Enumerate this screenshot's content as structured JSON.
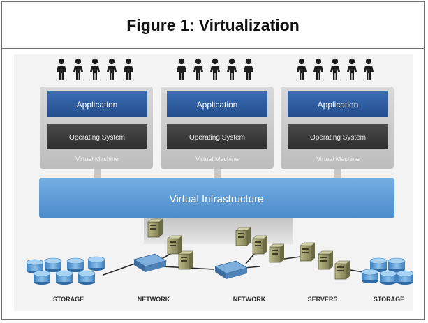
{
  "figure": {
    "title": "Figure 1: Virtualization"
  },
  "virtual_machines": [
    {
      "application": "Application",
      "os": "Operating System",
      "vm": "Virtual Machine"
    },
    {
      "application": "Application",
      "os": "Operating System",
      "vm": "Virtual Machine"
    },
    {
      "application": "Application",
      "os": "Operating System",
      "vm": "Virtual Machine"
    }
  ],
  "infrastructure": {
    "label": "Virtual Infrastructure"
  },
  "bottom_labels": {
    "storage_left": "STORAGE",
    "network_left": "NETWORK",
    "network_right": "NETWORK",
    "servers": "SERVERS",
    "storage_right": "STORAGE"
  },
  "colors": {
    "app_box": "#2d5a9e",
    "os_box": "#3c3c3c",
    "vm_panel": "#cfcfcf",
    "infra_bar": "#5b9bd8",
    "storage": "#6aa6d8",
    "server": "#9a9a6c",
    "switch": "#5a88b8",
    "user_icon": "#1e1e1e"
  }
}
